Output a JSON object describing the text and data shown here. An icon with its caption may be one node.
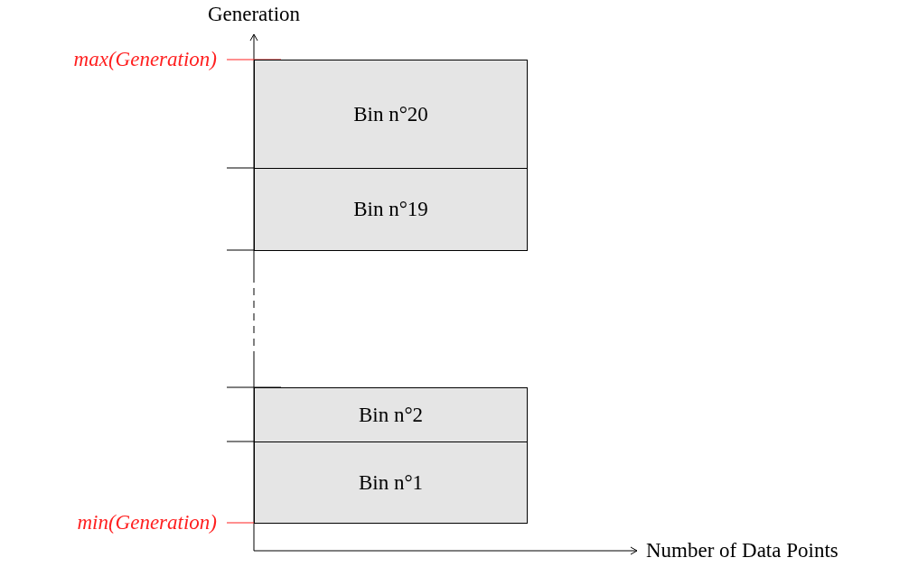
{
  "diagram": {
    "nodes": [
      {
        "text": [
          "Bin n°20"
        ]
      },
      {
        "text": [
          "Bin n°19"
        ]
      },
      {
        "text": [
          "Bin n°2"
        ]
      },
      {
        "text": [
          "Bin n°1"
        ]
      }
    ],
    "labels": [
      "Generation",
      "max(Generation)",
      "min(Generation)",
      "Number of Data Points"
    ]
  }
}
